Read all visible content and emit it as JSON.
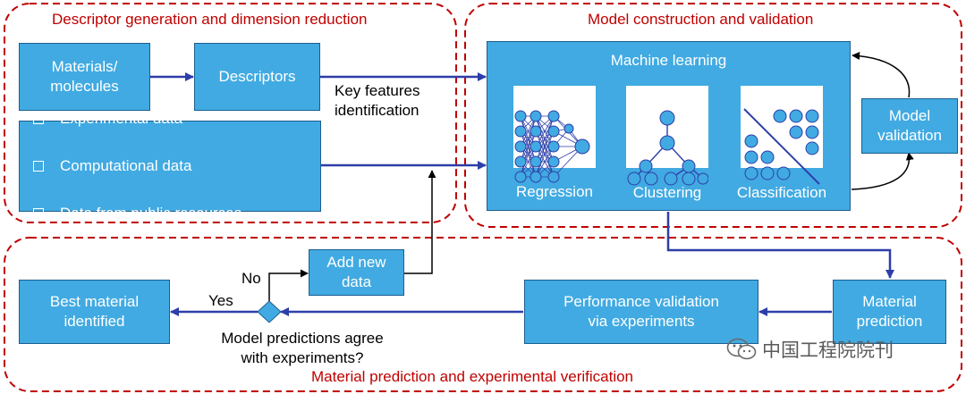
{
  "sections": {
    "descriptor": "Descriptor generation and dimension reduction",
    "model": "Model construction and validation",
    "prediction": "Material prediction and experimental verification"
  },
  "nodes": {
    "materials": "Materials/\nmolecules",
    "descriptors": "Descriptors",
    "data_sources": [
      "Experimental data",
      "Computational data",
      "Data from public resources"
    ],
    "machine_learning": "Machine learning",
    "regression": "Regression",
    "clustering": "Clustering",
    "classification": "Classification",
    "model_validation": "Model\nvalidation",
    "material_prediction": "Material\nprediction",
    "performance_validation": "Performance validation\nvia experiments",
    "best_material": "Best material\nidentified",
    "add_new_data": "Add new\ndata"
  },
  "labels": {
    "key_features": "Key features\nidentification",
    "yes": "Yes",
    "no": "No",
    "decision_question": "Model predictions agree\nwith experiments?"
  },
  "watermark": "中国工程院院刊",
  "colors": {
    "box_fill": "#41aae2",
    "box_border": "#1c5e8f",
    "arrow": "#2d3ea8",
    "section_border": "#c00000"
  }
}
